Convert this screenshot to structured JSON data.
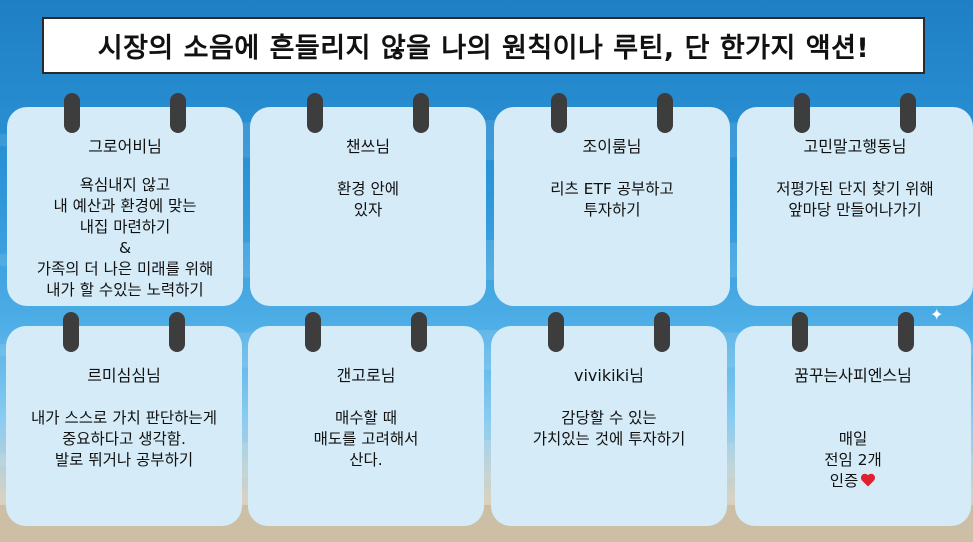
{
  "header": {
    "title": "시장의 소음에 흔들리지 않을 나의 원칙이나 루틴, 단 한가지 액션!"
  },
  "cards": [
    {
      "name": "그로어비님",
      "body": "욕심내지 않고\n내 예산과 환경에 맞는\n내집 마련하기\n&\n가족의 더 나은 미래를 위해\n내가 할 수있는 노력하기"
    },
    {
      "name": "챈쓰님",
      "body": "환경 안에\n있자"
    },
    {
      "name": "조이룸님",
      "body": "리츠 ETF 공부하고\n투자하기"
    },
    {
      "name": "고민말고행동님",
      "body": "저평가된 단지 찾기 위해\n앞마당 만들어나가기"
    },
    {
      "name": "르미심심님",
      "body": "내가 스스로 가치 판단하는게\n중요하다고 생각함.\n발로 뛰거나 공부하기"
    },
    {
      "name": "갠고로님",
      "body": "매수할 때\n매도를 고려해서\n산다."
    },
    {
      "name": "vivikiki님",
      "body": "감당할 수 있는\n가치있는 것에 투자하기"
    },
    {
      "name": "꿈꾸는사피엔스님",
      "body": "매일\n전임 2개\n인증",
      "icon": "heart-icon",
      "icon_color": "#e0202f"
    }
  ],
  "colors": {
    "card_bg": "#d5ecf8",
    "ring": "#3d3d3d",
    "sea": "#2d95d8"
  }
}
